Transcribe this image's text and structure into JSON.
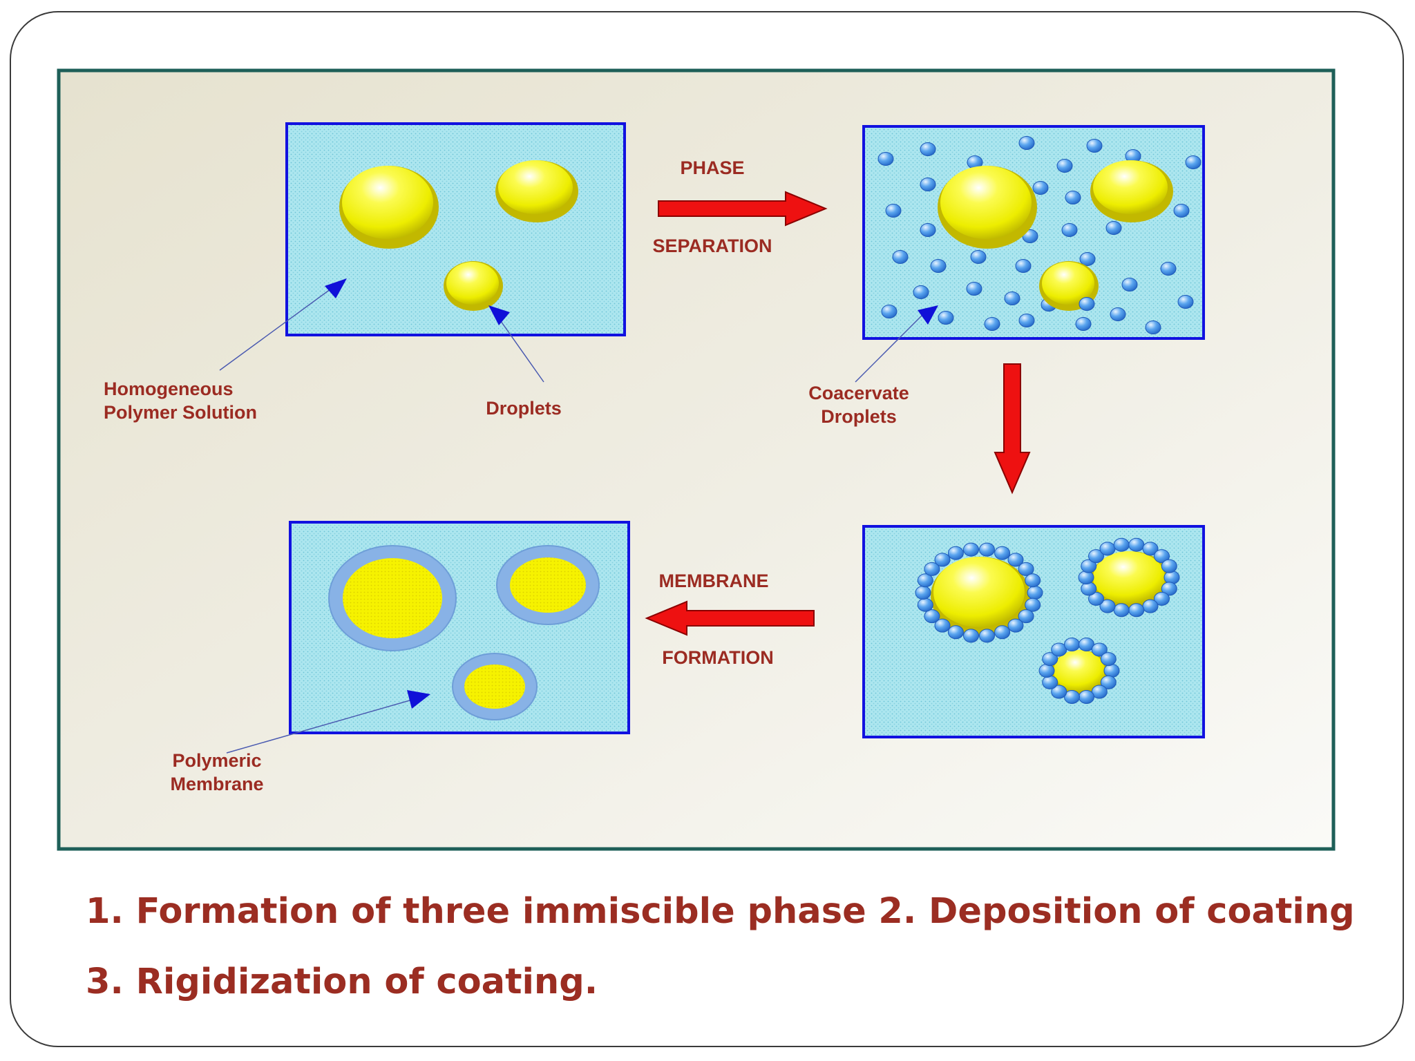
{
  "labels": {
    "phase": "PHASE",
    "separation": "SEPARATION",
    "membrane": "MEMBRANE",
    "formation": "FORMATION",
    "homogeneous_line1": "Homogeneous",
    "homogeneous_line2": "Polymer Solution",
    "droplets": "Droplets",
    "coacervate_line1": "Coacervate",
    "coacervate_line2": "Droplets",
    "polymeric_line1": "Polymeric",
    "polymeric_line2": "Membrane"
  },
  "caption": {
    "line1": "1. Formation of three immiscible phase 2. Deposition of coating",
    "line2": "3. Rigidization of coating."
  },
  "colors": {
    "panel_border": "#1111e0",
    "panel_fill": "#a9e4ee",
    "droplet_yellow": "#f3f000",
    "coacervate_blue": "#3b8ee6",
    "arrow_red": "#ee1111",
    "label_red": "#9b2b22",
    "frame_teal": "#1e5f58"
  },
  "icons": {
    "flow_arrows": "red-block-arrow-icon",
    "pointers": "blue-triangle-pointer-icon"
  }
}
